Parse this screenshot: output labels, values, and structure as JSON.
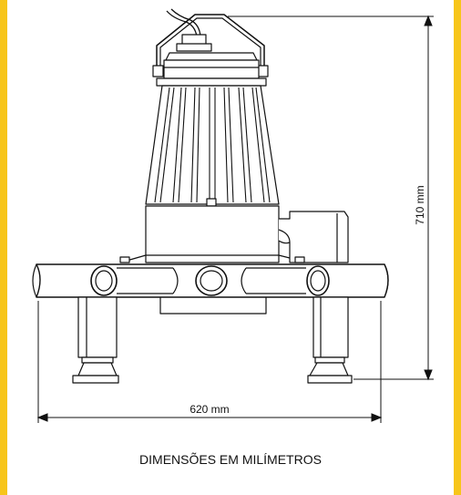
{
  "dimensions": {
    "width_label": "620 mm",
    "height_label": "710 mm"
  },
  "caption": "DIMENSÕES EM MILÍMETROS",
  "colors": {
    "frame": "#F7C51A",
    "line": "#111111"
  }
}
